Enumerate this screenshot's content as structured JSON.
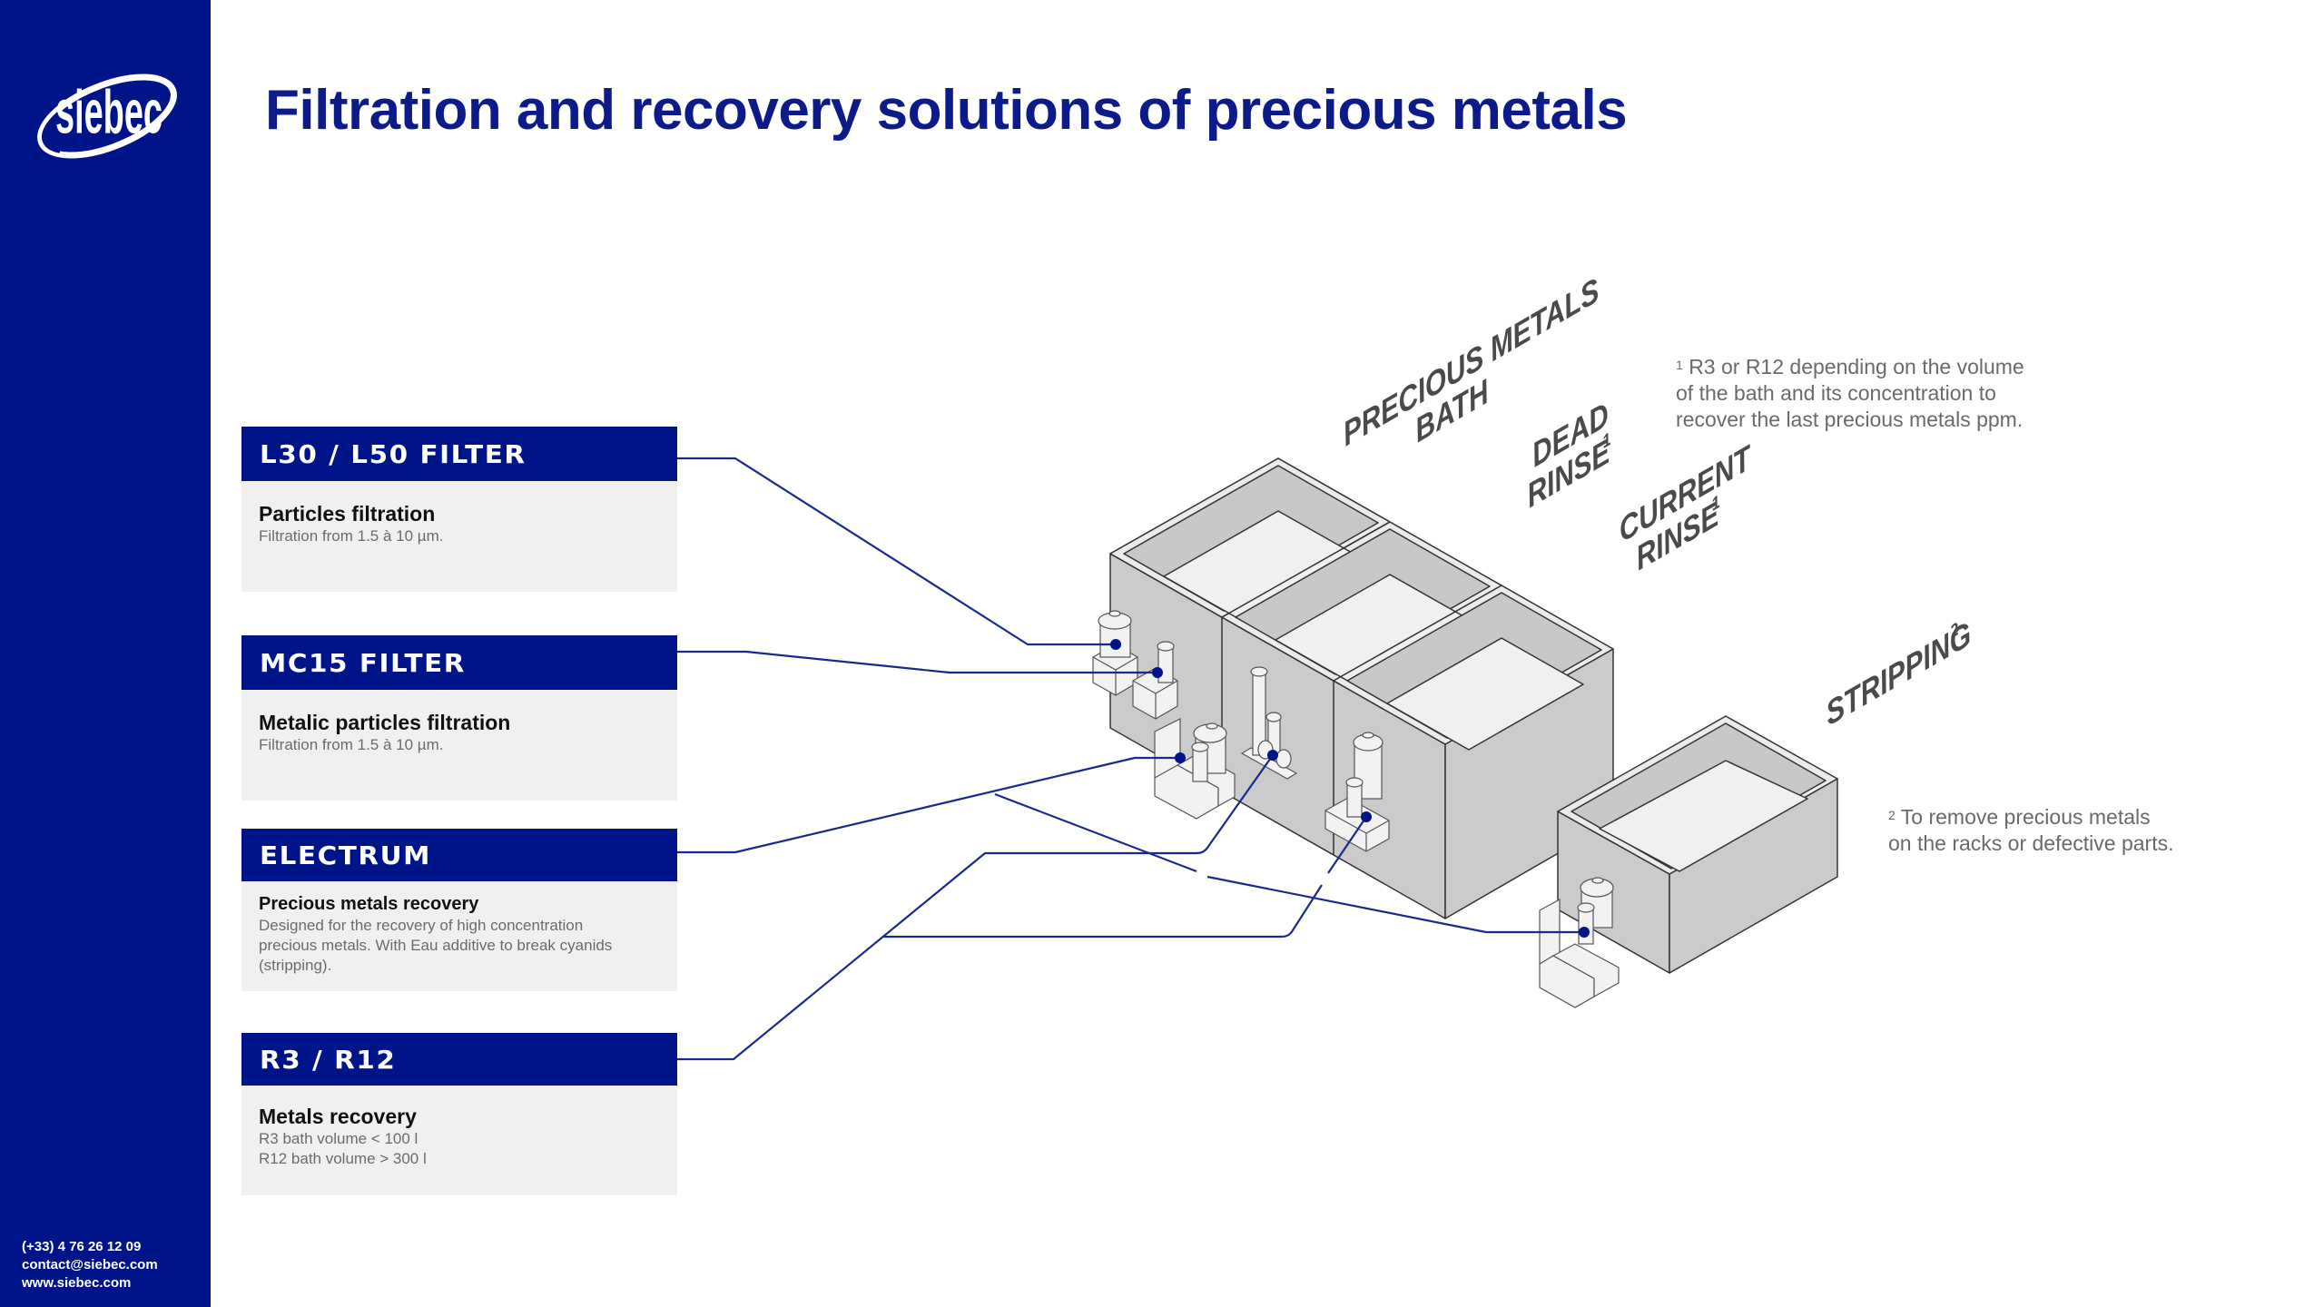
{
  "brand": {
    "logo_text": "siebec",
    "primary_color": "#001489",
    "contact": {
      "phone": "(+33) 4 76 26 12 09",
      "email": "contact@siebec.com",
      "website": "www.siebec.com"
    }
  },
  "page": {
    "title": "Filtration and recovery solutions of precious metals"
  },
  "products": [
    {
      "name": "L30 / L50 FILTER",
      "subtitle": "Particles filtration",
      "description": [
        "Filtration from 1.5 à 10 µm."
      ]
    },
    {
      "name": "MC15 FILTER",
      "subtitle": "Metalic particles filtration",
      "description": [
        "Filtration from 1.5 à 10 µm."
      ]
    },
    {
      "name": "ELECTRUM",
      "subtitle": "Precious metals recovery",
      "description": [
        "Designed for the recovery of high concentration",
        "precious metals. With Eau additive to break cyanids",
        "(stripping)."
      ]
    },
    {
      "name": "R3 / R12",
      "subtitle": "Metals recovery",
      "description": [
        "R3 bath volume < 100 l",
        "R12 bath volume > 300 l"
      ]
    }
  ],
  "tanks": [
    {
      "label_lines": [
        "PRECIOUS METALS",
        "BATH"
      ],
      "footnote": ""
    },
    {
      "label_lines": [
        "DEAD",
        "RINSE"
      ],
      "footnote": "1"
    },
    {
      "label_lines": [
        "CURRENT",
        "RINSE"
      ],
      "footnote": "1"
    },
    {
      "label_lines": [
        "STRIPPING"
      ],
      "footnote": "2"
    }
  ],
  "notes": [
    {
      "marker": "1",
      "lines": [
        "R3 or R12 depending on the volume",
        "of the bath and its concentration to",
        "recover the last precious metals ppm."
      ]
    },
    {
      "marker": "2",
      "lines": [
        "To remove precious metals",
        "on the racks or defective parts."
      ]
    }
  ]
}
